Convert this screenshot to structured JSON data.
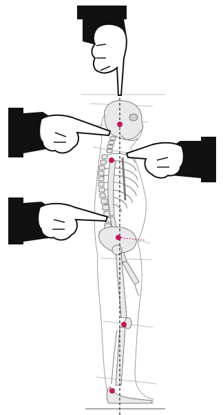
{
  "illustration": {
    "subject": "skeleton-side-profile",
    "pointing_hands": [
      "hand-top",
      "hand-upper-left",
      "hand-right",
      "hand-lower-left"
    ],
    "colors": {
      "background": "#ffffff",
      "hand_fill": "#111111",
      "hand_skin": "#ffffff",
      "bone_stroke": "#7a7a7a",
      "bone_fill": "#e9e9e9",
      "outline": "#9a9a9a",
      "plumb_line": "#222222",
      "guide_line": "#bdbdbd",
      "landmark": "#c2185b"
    }
  }
}
